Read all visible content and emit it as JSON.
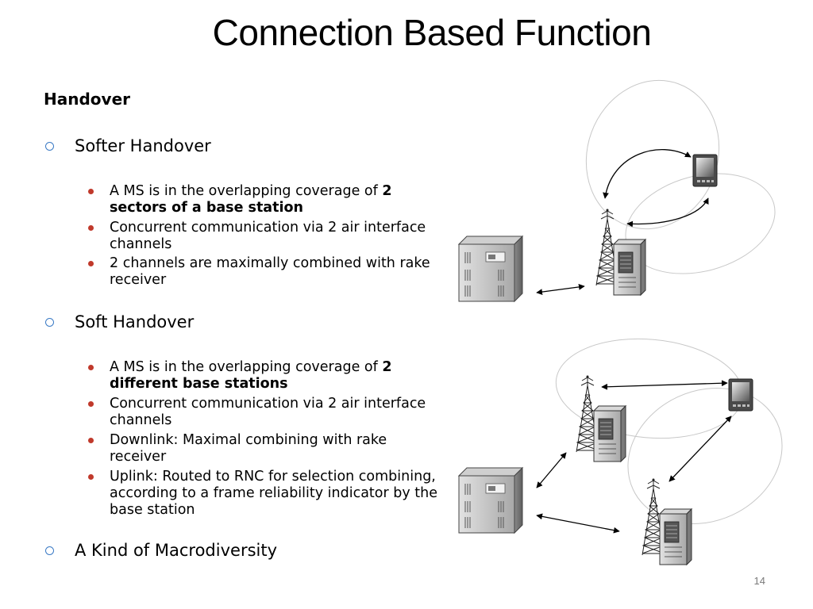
{
  "slide": {
    "title": "Connection Based Function",
    "heading": "Handover",
    "page_number": "14"
  },
  "sections": [
    {
      "label": "Softer Handover",
      "bullets": [
        {
          "text": "A MS is in the overlapping coverage of ",
          "bold": "2 sectors of a base station"
        },
        {
          "text": "Concurrent communication via 2 air interface channels",
          "bold": ""
        },
        {
          "text": "2 channels are maximally combined with rake receiver",
          "bold": ""
        }
      ]
    },
    {
      "label": "Soft Handover",
      "bullets": [
        {
          "text": "A MS is in the overlapping coverage of ",
          "bold": "2 different base stations"
        },
        {
          "text": "Concurrent communication via 2 air interface channels",
          "bold": ""
        },
        {
          "text": "Downlink: Maximal combining with rake receiver",
          "bold": ""
        },
        {
          "text": "Uplink: Routed to RNC for selection combining, according to a frame reliability indicator by the base station",
          "bold": ""
        }
      ]
    },
    {
      "label": "A Kind of Macrodiversity",
      "bullets": []
    }
  ],
  "icons": {
    "list_level1": "hollow-circle-bullet",
    "list_level2": "filled-dot-bullet",
    "diagram_elements": [
      "rnc-server-icon",
      "base-station-tower-icon",
      "mobile-station-icon",
      "coverage-ellipse",
      "double-arrow"
    ]
  },
  "colors": {
    "level1_bullet": "#3a7ac5",
    "level2_bullet": "#c0392b",
    "page_number": "#7a7a7a"
  }
}
